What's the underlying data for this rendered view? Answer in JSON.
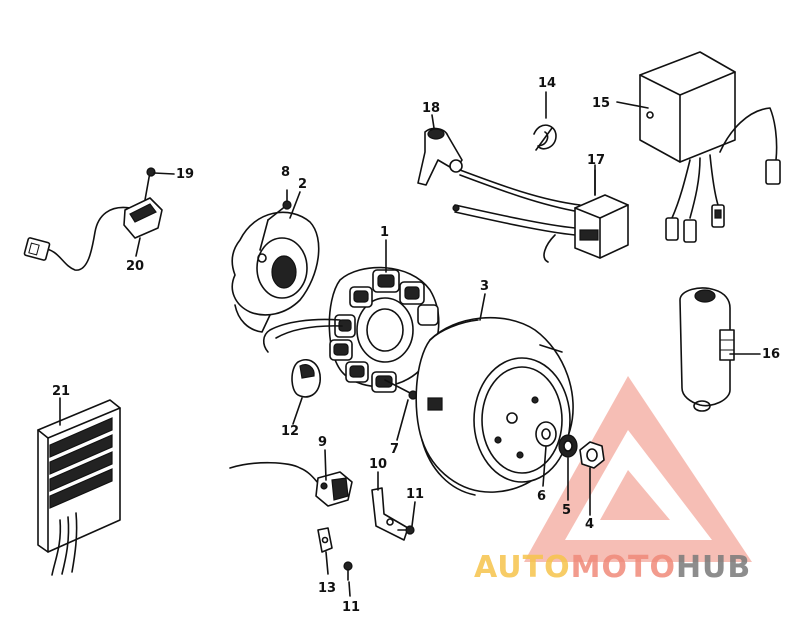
{
  "parts": [
    {
      "id": "1",
      "label": "1"
    },
    {
      "id": "2",
      "label": "2"
    },
    {
      "id": "3",
      "label": "3"
    },
    {
      "id": "4",
      "label": "4"
    },
    {
      "id": "5",
      "label": "5"
    },
    {
      "id": "6",
      "label": "6"
    },
    {
      "id": "7",
      "label": "7"
    },
    {
      "id": "8",
      "label": "8"
    },
    {
      "id": "9",
      "label": "9"
    },
    {
      "id": "10",
      "label": "10"
    },
    {
      "id": "11a",
      "label": "11"
    },
    {
      "id": "11b",
      "label": "11"
    },
    {
      "id": "12",
      "label": "12"
    },
    {
      "id": "13",
      "label": "13"
    },
    {
      "id": "14",
      "label": "14"
    },
    {
      "id": "15",
      "label": "15"
    },
    {
      "id": "16",
      "label": "16"
    },
    {
      "id": "17",
      "label": "17"
    },
    {
      "id": "18",
      "label": "18"
    },
    {
      "id": "19",
      "label": "19"
    },
    {
      "id": "20",
      "label": "20"
    },
    {
      "id": "21",
      "label": "21"
    }
  ],
  "watermark": {
    "part1": "AUTO",
    "part2": "MOTO",
    "part3": "HUB",
    "colors": {
      "auto": "#f6c44c",
      "moto": "#f08a7a",
      "hub": "#7a7a7a",
      "triangle": "#f08a7a"
    }
  }
}
